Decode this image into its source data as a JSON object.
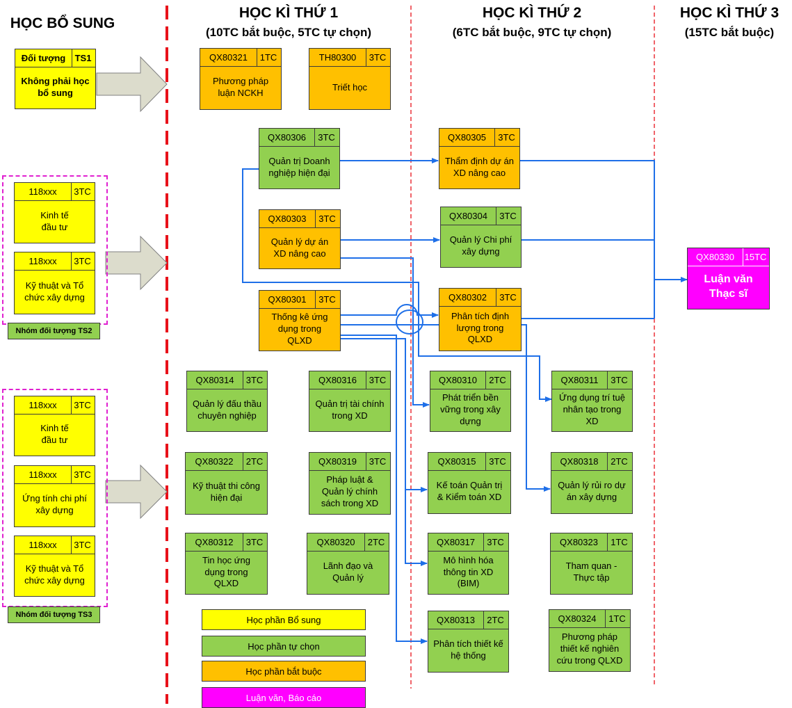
{
  "headers": {
    "bosung": "HỌC BỔ SUNG",
    "hk1_title": "HỌC KÌ THỨ 1",
    "hk1_sub": "(10TC bắt buộc, 5TC tự chọn)",
    "hk2_title": "HỌC KÌ THỨ 2",
    "hk2_sub": "(6TC bắt buộc, 9TC tự chọn)",
    "hk3_title": "HỌC KÌ THỨ 3",
    "hk3_sub": "(15TC bắt buộc)"
  },
  "ts1": {
    "label": "Đối tượng",
    "code": "TS1",
    "text": "Không phải học bổ sung"
  },
  "ts2": {
    "group_label": "Nhóm đối tượng TS2",
    "courses": [
      {
        "code": "118xxx",
        "credits": "3TC",
        "name": "Kinh tế\nđầu tư"
      },
      {
        "code": "118xxx",
        "credits": "3TC",
        "name": "Kỹ thuật và Tổ\nchức xây dựng"
      }
    ]
  },
  "ts3": {
    "group_label": "Nhóm đối tượng TS3",
    "courses": [
      {
        "code": "118xxx",
        "credits": "3TC",
        "name": "Kinh tế\nđầu tư"
      },
      {
        "code": "118xxx",
        "credits": "3TC",
        "name": "Ứng tính chi phí\nxây dựng"
      },
      {
        "code": "118xxx",
        "credits": "3TC",
        "name": "Kỹ thuật và Tổ\nchức xây dựng"
      }
    ]
  },
  "sem1": {
    "qx80321": {
      "code": "QX80321",
      "credits": "1TC",
      "name": "Phương pháp\nluận NCKH"
    },
    "th80300": {
      "code": "TH80300",
      "credits": "3TC",
      "name": "Triết học"
    },
    "qx80306": {
      "code": "QX80306",
      "credits": "3TC",
      "name": "Quản trị Doanh\nnghiệp hiện đại"
    },
    "qx80303": {
      "code": "QX80303",
      "credits": "3TC",
      "name": "Quản lý dự án\nXD nâng cao"
    },
    "qx80301": {
      "code": "QX80301",
      "credits": "3TC",
      "name": "Thống kê ứng\ndụng trong\nQLXD"
    },
    "qx80314": {
      "code": "QX80314",
      "credits": "3TC",
      "name": "Quản lý đấu thầu\nchuyên nghiệp"
    },
    "qx80316": {
      "code": "QX80316",
      "credits": "3TC",
      "name": "Quản trị tài chính\ntrong XD"
    },
    "qx80322": {
      "code": "QX80322",
      "credits": "2TC",
      "name": "Kỹ thuật thi công\nhiện đại"
    },
    "qx80319": {
      "code": "QX80319",
      "credits": "3TC",
      "name": "Pháp luật &\nQuản lý chính\nsách trong XD"
    },
    "qx80312": {
      "code": "QX80312",
      "credits": "3TC",
      "name": "Tin học ứng\ndụng trong\nQLXD"
    },
    "qx80320": {
      "code": "QX80320",
      "credits": "2TC",
      "name": "Lãnh đạo và\nQuản lý"
    }
  },
  "sem2": {
    "qx80305": {
      "code": "QX80305",
      "credits": "3TC",
      "name": "Thẩm định dự án\nXD nâng cao"
    },
    "qx80304": {
      "code": "QX80304",
      "credits": "3TC",
      "name": "Quản lý Chi phí\nxây dựng"
    },
    "qx80302": {
      "code": "QX80302",
      "credits": "3TC",
      "name": "Phân tích định\nlượng trong\nQLXD"
    },
    "qx80310": {
      "code": "QX80310",
      "credits": "2TC",
      "name": "Phát triển bền\nvững trong xây\ndựng"
    },
    "qx80311": {
      "code": "QX80311",
      "credits": "3TC",
      "name": "Ứng dụng trí tuệ\nnhân tạo trong\nXD"
    },
    "qx80315": {
      "code": "QX80315",
      "credits": "3TC",
      "name": "Kế toán Quản trị\n& Kiểm toán XD"
    },
    "qx80318": {
      "code": "QX80318",
      "credits": "2TC",
      "name": "Quản lý rủi ro dự\nán xây dựng"
    },
    "qx80317": {
      "code": "QX80317",
      "credits": "3TC",
      "name": "Mô hình hóa\nthông tin XD\n(BIM)"
    },
    "qx80323": {
      "code": "QX80323",
      "credits": "1TC",
      "name": "Tham quan -\nThực tập"
    },
    "qx80313": {
      "code": "QX80313",
      "credits": "2TC",
      "name": "Phân tích thiết kế\nhệ thống"
    },
    "qx80324": {
      "code": "QX80324",
      "credits": "1TC",
      "name": "Phương pháp\nthiết kế nghiên\ncứu trong QLXD"
    }
  },
  "sem3": {
    "qx80330": {
      "code": "QX80330",
      "credits": "15TC",
      "name": "Luận văn\nThạc sĩ"
    }
  },
  "legend": {
    "bosung": "Học phần Bổ sung",
    "tuchon": "Học phần tự chọn",
    "batbuoc": "Học phần bắt buộc",
    "luanvan": "Luận văn, Báo cáo"
  },
  "colors": {
    "bosung": "#ffff00",
    "tuchon": "#92d050",
    "batbuoc": "#ffc000",
    "luanvan": "#ff00ff",
    "arrow": "#1e6fe8",
    "divider_main": "#e8111a",
    "divider_sem": "#e8111a",
    "group_border": "#e020d0",
    "big_arrow": "#dcdccc"
  },
  "icons": {
    "big_arrow": "block-arrow-right-icon",
    "flow_arrow": "arrow-right-icon"
  }
}
